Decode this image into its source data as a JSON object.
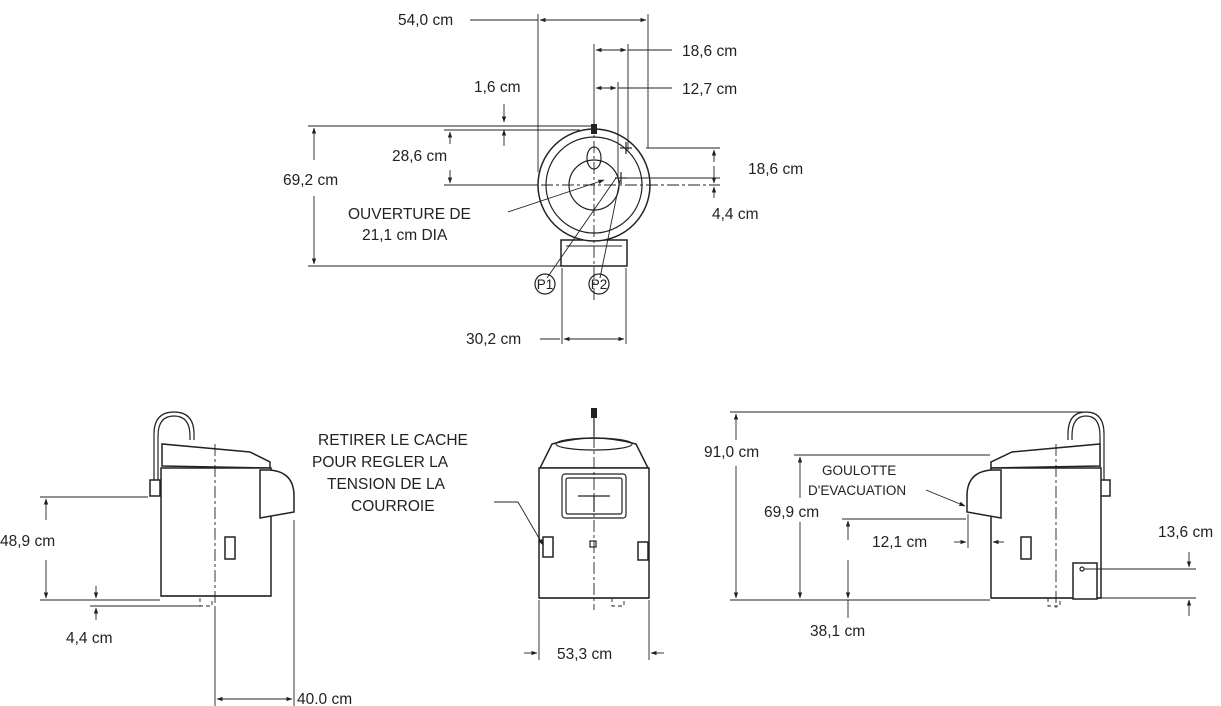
{
  "top_view": {
    "dim_width": "54,0 cm",
    "dim_offset_1": "18,6 cm",
    "dim_offset_2": "12,7 cm",
    "dim_small": "1,6 cm",
    "dim_center": "28,6 cm",
    "dim_depth": "69,2 cm",
    "dim_right_vertical": "18,6 cm",
    "dim_right_small": "4,4 cm",
    "opening_line1": "OUVERTURE DE",
    "opening_line2": "21,1 cm DIA",
    "point_p1": "P1",
    "point_p2": "P2",
    "dim_base": "30,2 cm"
  },
  "left_view": {
    "dim_height": "48,9 cm",
    "dim_bottom": "4,4 cm",
    "dim_depth": "40.0 cm"
  },
  "front_view": {
    "note_line1": "RETIRER LE CACHE",
    "note_line2": "POUR REGLER LA",
    "note_line3": "TENSION DE LA",
    "note_line4": "COURROIE",
    "dim_width": "53,3 cm"
  },
  "right_view": {
    "dim_total_height": "91,0 cm",
    "chute_line1": "GOULOTTE",
    "chute_line2": "D'EVACUATION",
    "dim_chute_height": "69,9 cm",
    "dim_chute_offset": "12,1 cm",
    "dim_drain": "13,6 cm",
    "dim_lower": "38,1 cm"
  }
}
